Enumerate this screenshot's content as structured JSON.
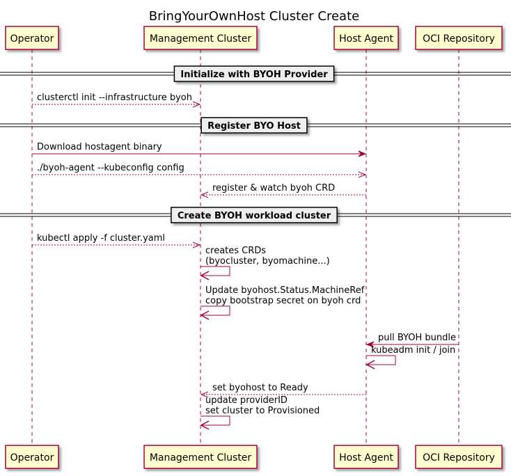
{
  "title": "BringYourOwnHost Cluster Create",
  "colors": {
    "participant_fill": "#FEFECE",
    "participant_border": "#A80036",
    "arrow": "#A80036",
    "divider_fill": "#EEEEEE",
    "text": "#000000"
  },
  "participants": [
    {
      "id": "operator",
      "label": "Operator"
    },
    {
      "id": "mgmt",
      "label": "Management Cluster"
    },
    {
      "id": "agent",
      "label": "Host Agent"
    },
    {
      "id": "oci",
      "label": "OCI Repository"
    }
  ],
  "dividers": [
    {
      "id": "init",
      "label": "Initialize with BYOH Provider"
    },
    {
      "id": "register",
      "label": "Register BYO Host"
    },
    {
      "id": "create",
      "label": "Create BYOH workload cluster"
    }
  ],
  "messages": [
    {
      "id": "m1",
      "from": "operator",
      "to": "mgmt",
      "style": "dashed",
      "lines": [
        "clusterctl init --infrastructure byoh"
      ]
    },
    {
      "id": "m2",
      "from": "operator",
      "to": "agent",
      "style": "solid",
      "lines": [
        "Download hostagent binary"
      ]
    },
    {
      "id": "m3",
      "from": "operator",
      "to": "agent",
      "style": "dashed",
      "lines": [
        "./byoh-agent --kubeconfig config"
      ]
    },
    {
      "id": "m4",
      "from": "agent",
      "to": "mgmt",
      "style": "dashed",
      "lines": [
        "register & watch byoh CRD"
      ]
    },
    {
      "id": "m5",
      "from": "operator",
      "to": "mgmt",
      "style": "dashed",
      "lines": [
        "kubectl apply -f cluster.yaml"
      ]
    },
    {
      "id": "m6",
      "from": "mgmt",
      "to": "mgmt",
      "style": "solid",
      "lines": [
        "creates CRDs",
        "(byocluster, byomachine...)"
      ]
    },
    {
      "id": "m7",
      "from": "mgmt",
      "to": "mgmt",
      "style": "solid",
      "lines": [
        "Update byohost.Status.MachineRef",
        "copy bootstrap secret on byoh crd"
      ]
    },
    {
      "id": "m8",
      "from": "oci",
      "to": "agent",
      "style": "solid",
      "lines": [
        "pull BYOH bundle"
      ]
    },
    {
      "id": "m9",
      "from": "agent",
      "to": "agent",
      "style": "solid",
      "lines": [
        "kubeadm init / join"
      ]
    },
    {
      "id": "m10",
      "from": "agent",
      "to": "mgmt",
      "style": "dashed",
      "lines": [
        "set byohost to Ready"
      ]
    },
    {
      "id": "m11",
      "from": "mgmt",
      "to": "mgmt",
      "style": "solid",
      "lines": [
        "update providerID",
        "set cluster to Provisioned"
      ]
    }
  ]
}
